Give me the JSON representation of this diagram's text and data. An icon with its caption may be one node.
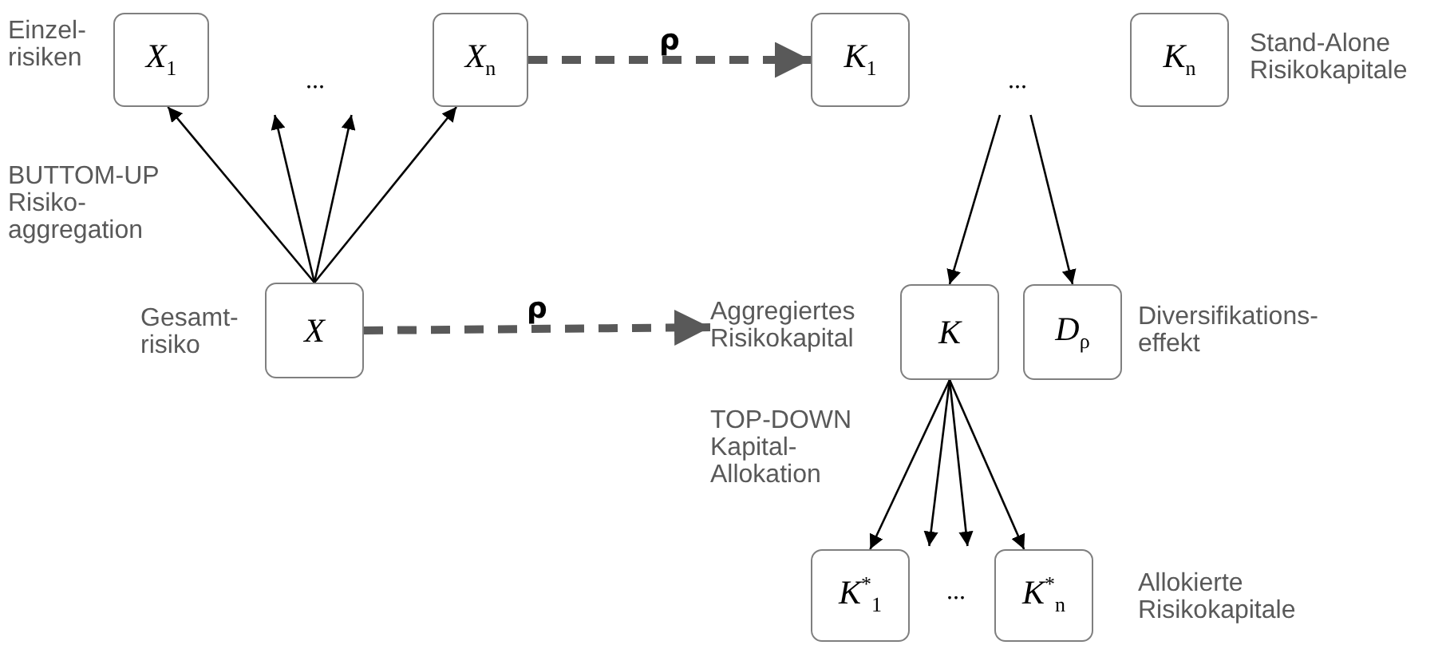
{
  "diagram": {
    "nodes": [
      {
        "text": [
          "*X*$_{1}$"
        ],
        "beside": [
          "Einzel- risiken"
        ]
      },
      {
        "text": [
          "..."
        ]
      },
      {
        "text": [
          "*X*$_{n}$"
        ]
      },
      {
        "text": [
          "*X*"
        ],
        "beside": [
          "Gesamt- risiko"
        ]
      },
      {
        "text": [
          "*K*$_{1}$"
        ]
      },
      {
        "text": [
          "..."
        ]
      },
      {
        "text": [
          "*K*$_{n}$"
        ],
        "beside": [
          "Stand-Alone Risikokapitale"
        ]
      },
      {
        "text": [
          "Aggregiertes Risikokapital"
        ]
      },
      {
        "text": [
          "*K*"
        ]
      },
      {
        "text": [
          "*D*$_{ρ}$"
        ],
        "beside": [
          "Diversifikations- effekt"
        ]
      },
      {
        "text": [
          "*K*$^{*}$$_{1}$"
        ]
      },
      {
        "text": [
          "..."
        ]
      },
      {
        "text": [
          "*K*$^{*}$$_{n}$"
        ],
        "beside": [
          "Allokierte Risikokapitale"
        ]
      }
    ],
    "edges": [
      {
        "from": 3,
        "to": 0,
        "arrow": "to"
      },
      {
        "from": 3,
        "to": 1,
        "arrow": "to"
      },
      {
        "from": 3,
        "to": 1,
        "arrow": "to"
      },
      {
        "from": 3,
        "to": 2,
        "arrow": "to"
      },
      {
        "from": 2,
        "to": 4,
        "arrow": "to",
        "label": "ρ",
        "style": "dashed",
        "color": "#595959"
      },
      {
        "from": 3,
        "to": 7,
        "arrow": "to",
        "label": "ρ",
        "style": "dashed",
        "color": "#595959"
      },
      {
        "from": 5,
        "to": 8,
        "arrow": "to"
      },
      {
        "from": 5,
        "to": 9,
        "arrow": "to"
      },
      {
        "from": 8,
        "to": 10,
        "arrow": "to"
      },
      {
        "from": 8,
        "to": 11,
        "arrow": "to"
      },
      {
        "from": 8,
        "to": 11,
        "arrow": "to"
      },
      {
        "from": 8,
        "to": 12,
        "arrow": "to"
      }
    ],
    "labels": [
      "BUTTOM-UP Risiko- aggregation",
      "TOP-DOWN Kapital- Allokation"
    ]
  }
}
